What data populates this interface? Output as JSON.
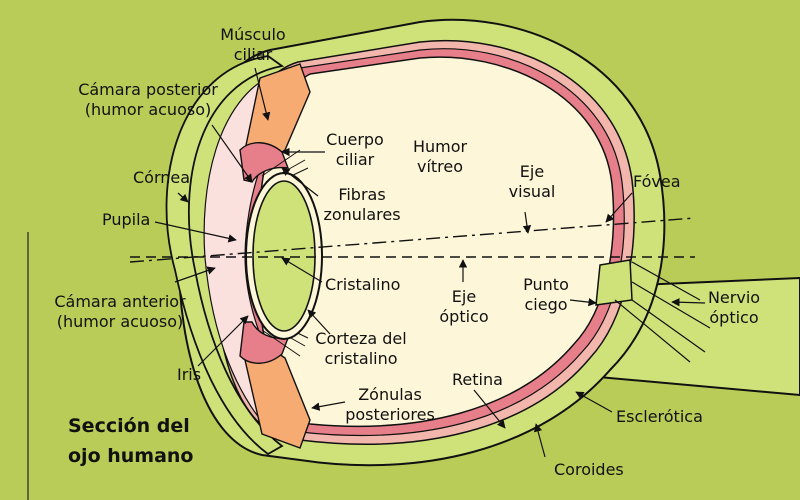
{
  "colors": {
    "background": "#b9cc57",
    "sclera": "#cfe27a",
    "vitreous": "#fdf6d8",
    "choroid": "#f2b6ad",
    "retina": "#e67f8a",
    "ciliary": "#f6ab72",
    "cornea_fill": "#fbe1de",
    "lens": "#cfe27a"
  },
  "title": {
    "line1": "Sección del",
    "line2": "ojo humano"
  },
  "labels": {
    "musculo_ciliar": [
      "Músculo",
      "ciliar"
    ],
    "camara_posterior": [
      "Cámara posterior",
      "(humor acuoso)"
    ],
    "cornea": [
      "Córnea"
    ],
    "pupila": [
      "Pupila"
    ],
    "camara_anterior": [
      "Cámara anterior",
      "(humor acuoso)"
    ],
    "iris": [
      "Iris"
    ],
    "cuerpo_ciliar": [
      "Cuerpo",
      "ciliar"
    ],
    "fibras_zonulares": [
      "Fibras",
      "zonulares"
    ],
    "humor_vitreo": [
      "Humor",
      "vítreo"
    ],
    "eje_visual": [
      "Eje",
      "visual"
    ],
    "fovea": [
      "Fóvea"
    ],
    "cristalino": [
      "Cristalino"
    ],
    "eje_optico": [
      "Eje",
      "óptico"
    ],
    "punto_ciego": [
      "Punto",
      "ciego"
    ],
    "nervio_optico": [
      "Nervio",
      "óptico"
    ],
    "corteza_cristalino": [
      "Corteza del",
      "cristalino"
    ],
    "zonulas_posteriores": [
      "Zónulas",
      "posteriores"
    ],
    "retina": [
      "Retina"
    ],
    "esclerotica": [
      "Esclerótica"
    ],
    "coroides": [
      "Coroides"
    ]
  }
}
